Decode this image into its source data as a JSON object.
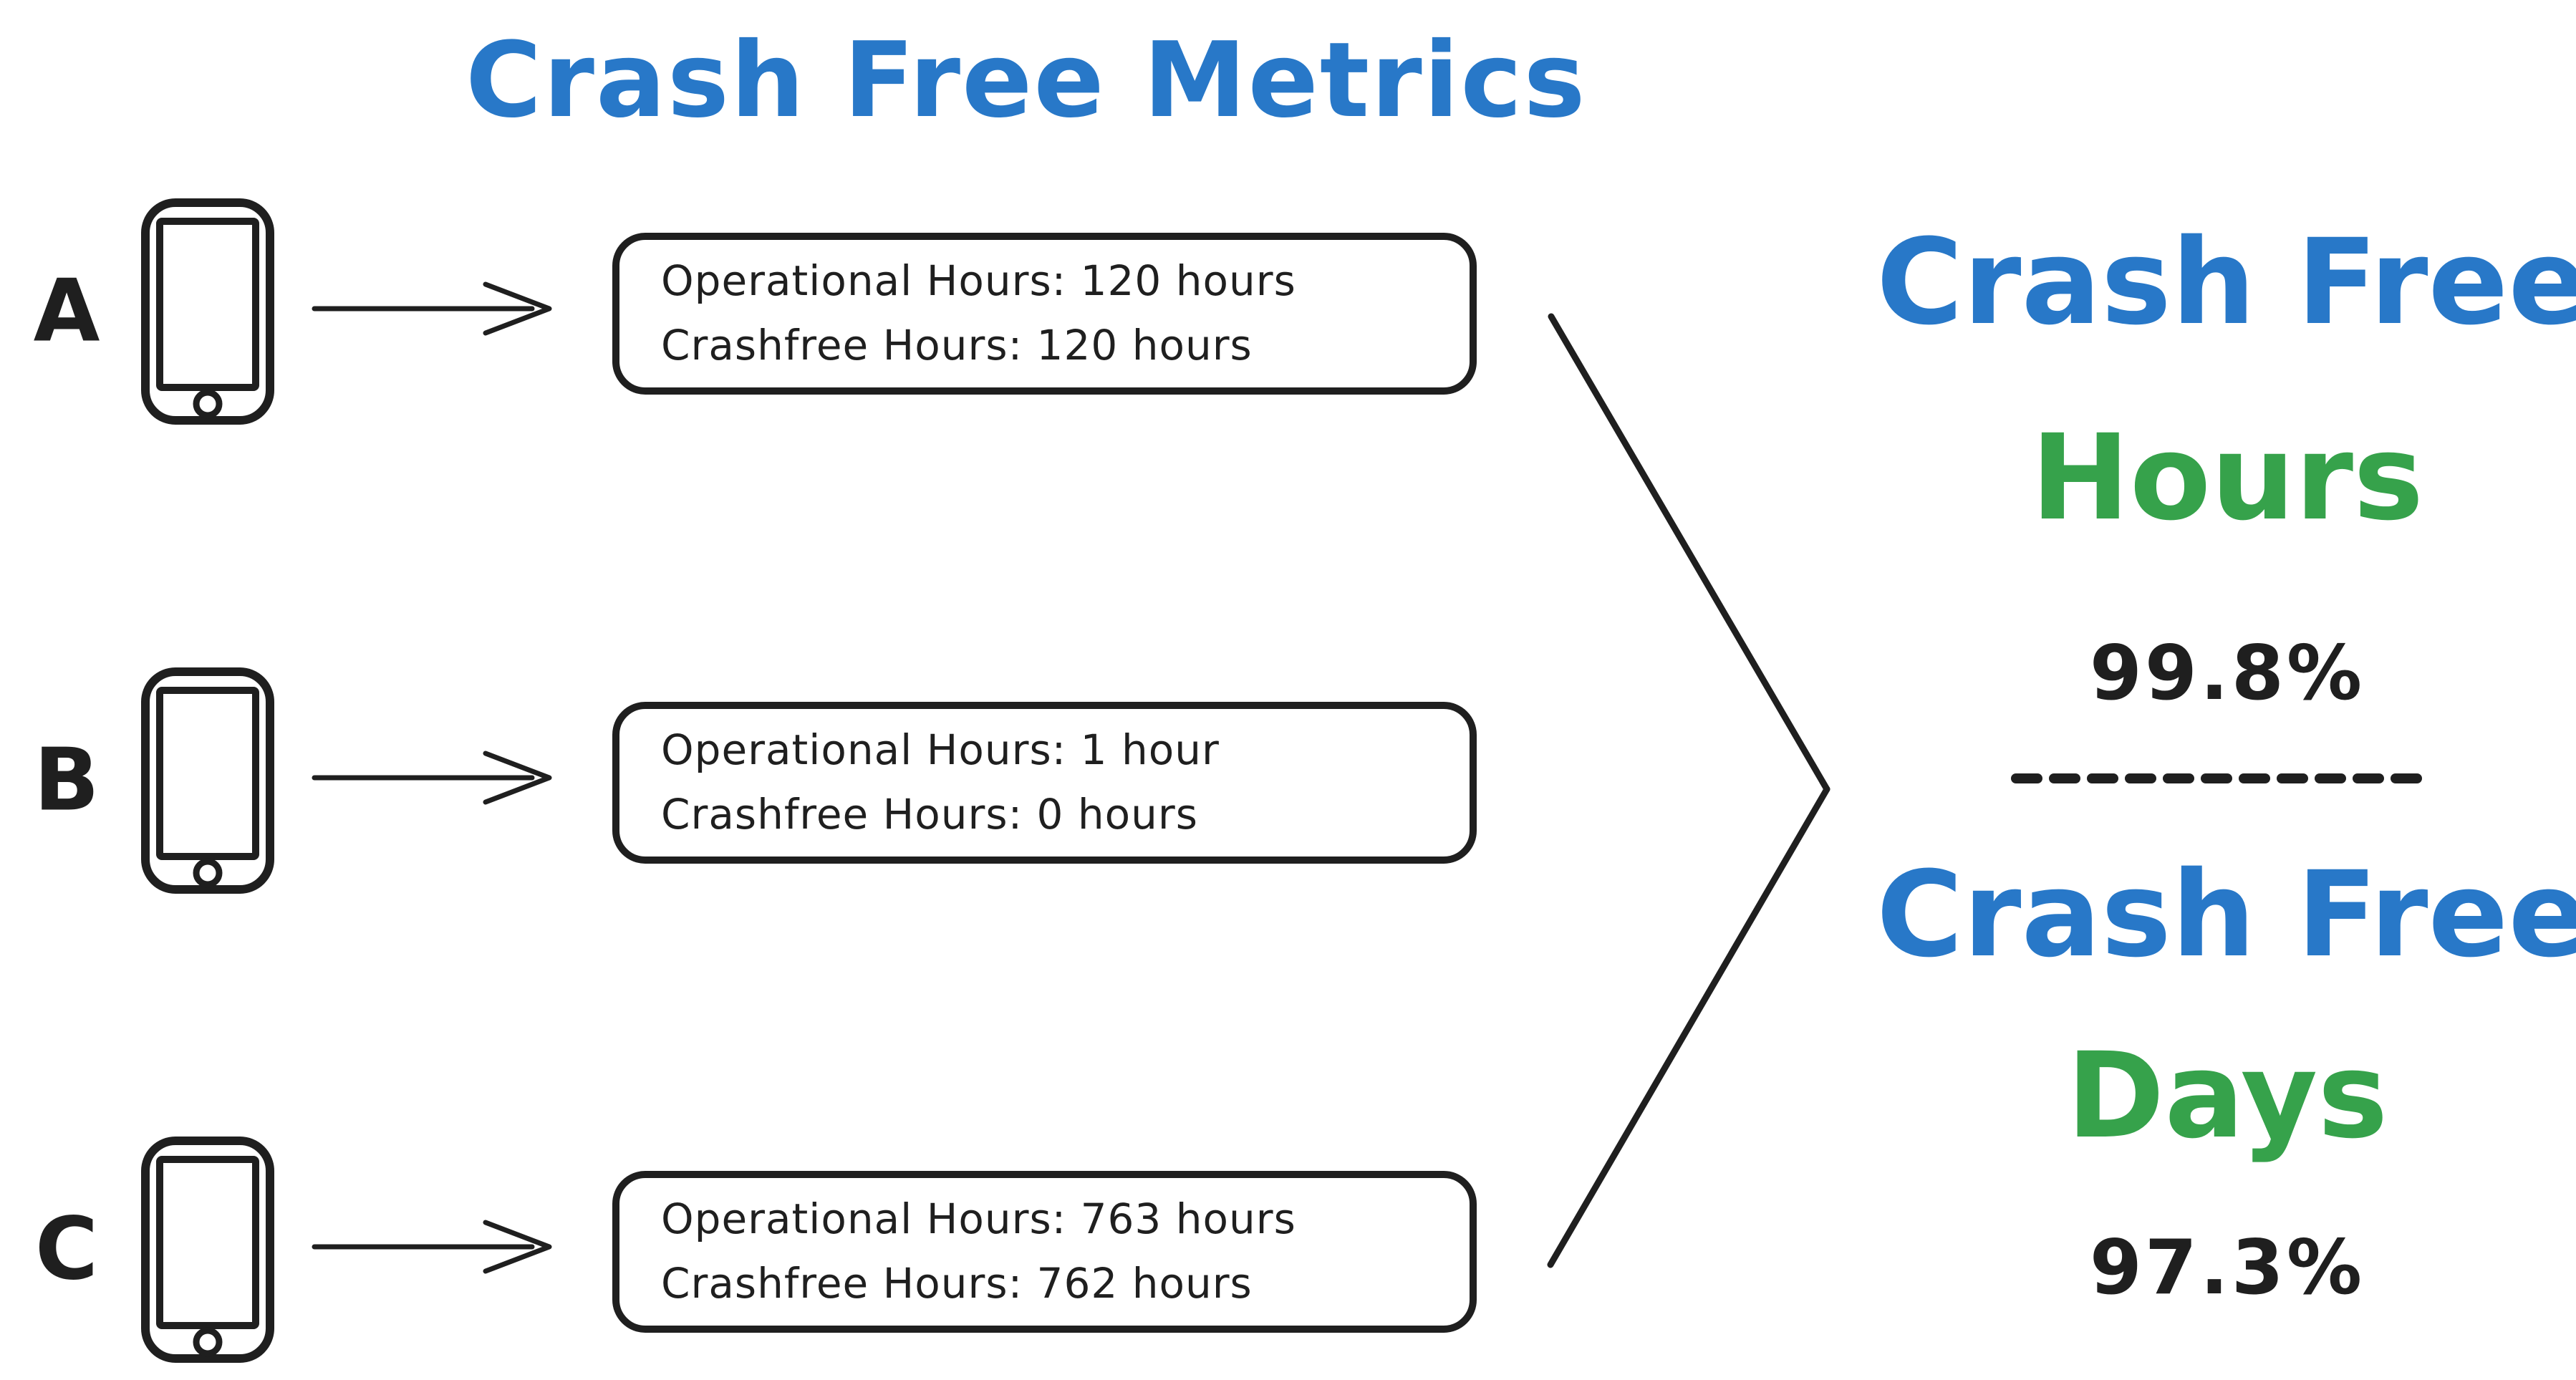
{
  "title": "Crash Free Metrics",
  "devices": [
    {
      "label": "A",
      "metrics": [
        "Operational Hours: 120 hours",
        "Crashfree Hours: 120 hours"
      ]
    },
    {
      "label": "B",
      "metrics": [
        "Operational Hours: 1 hour",
        "Crashfree Hours: 0 hours"
      ]
    },
    {
      "label": "C",
      "metrics": [
        "Operational Hours: 763 hours",
        "Crashfree Hours: 762 hours"
      ]
    }
  ],
  "results": {
    "hours": {
      "title": "Crash Free",
      "unit": "Hours",
      "value": "99.8%"
    },
    "days": {
      "title": "Crash Free",
      "unit": "Days",
      "value": "97.3%"
    }
  },
  "icons": {
    "phone": "phone-icon",
    "arrow": "arrow-right-icon",
    "converge": "converge-chevron-lines",
    "divider": "dashed-divider"
  },
  "colors": {
    "blue": "#2878c8",
    "green": "#36a24b",
    "ink": "#1f1f1f",
    "background": "#ffffff"
  }
}
